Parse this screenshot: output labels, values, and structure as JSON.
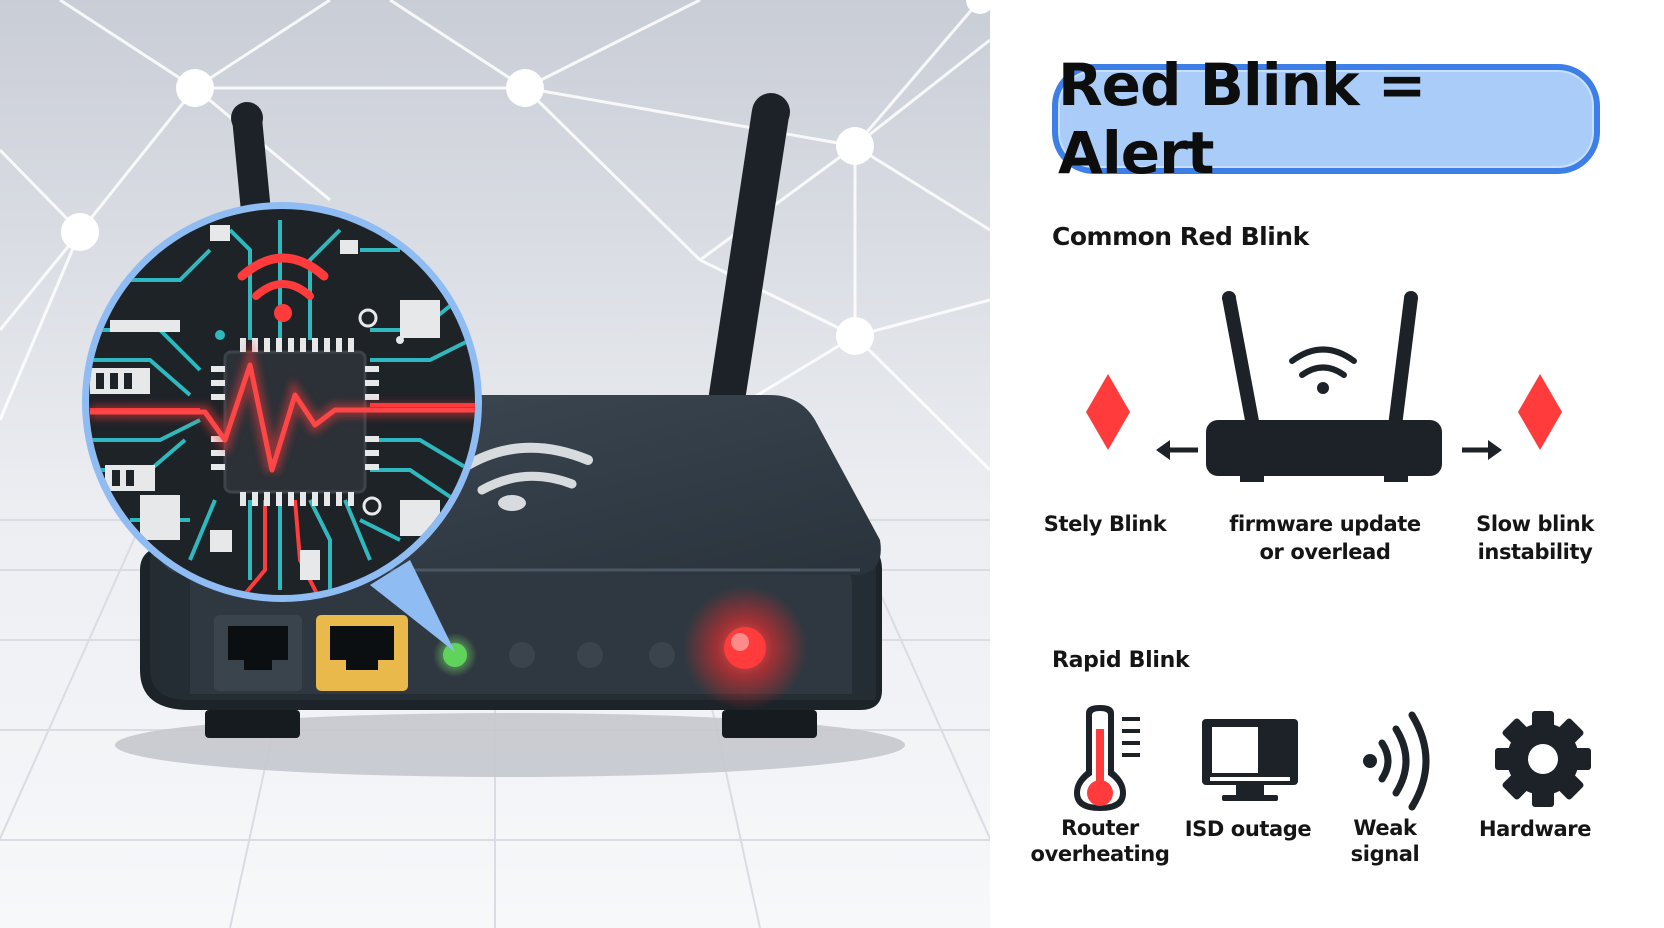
{
  "title": "Red Blink = Alert",
  "common_section": {
    "heading": "Common Red Blink",
    "items": [
      {
        "label_lines": [
          "Stely Blink"
        ],
        "icon": "red-diamond-icon"
      },
      {
        "label_lines": [
          "firmware update",
          "or overlead"
        ],
        "icon": "router-icon"
      },
      {
        "label_lines": [
          "Slow blink",
          "instability"
        ],
        "icon": "red-diamond-icon"
      }
    ]
  },
  "rapid_section": {
    "heading": "Rapid Blink",
    "items": [
      {
        "label_lines": [
          "Router",
          "overheating"
        ],
        "icon": "thermometer-icon"
      },
      {
        "label_lines": [
          "ISD outage"
        ],
        "icon": "monitor-icon"
      },
      {
        "label_lines": [
          "Weak",
          "signal"
        ],
        "icon": "signal-waves-icon"
      },
      {
        "label_lines": [
          "Hardware"
        ],
        "icon": "gear-icon"
      }
    ]
  },
  "colors": {
    "alert_red": "#ff3b3b",
    "title_fill": "#a9cdf8",
    "title_border": "#3d7fe6",
    "router_body": "#2f3a44",
    "status_green": "#5fd35a",
    "port_yellow": "#e9b94c"
  }
}
